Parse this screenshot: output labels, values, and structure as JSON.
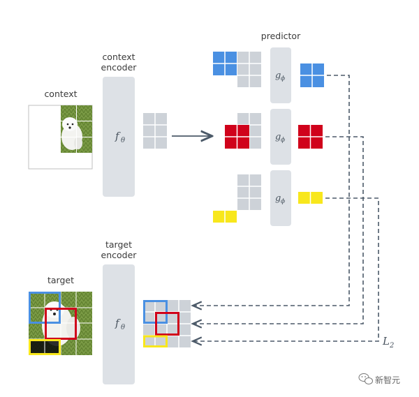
{
  "labels": {
    "context": "context",
    "context_encoder_1": "context",
    "context_encoder_2": "encoder",
    "predictor": "predictor",
    "target": "target",
    "target_encoder_1": "target",
    "target_encoder_2": "encoder"
  },
  "math": {
    "f": "f",
    "f_sub": "θ",
    "g": "g",
    "g_sub": "ϕ",
    "loss": "L",
    "loss_sub": "2"
  },
  "watermark": "新智元",
  "colors": {
    "blue": "#4a90e2",
    "red": "#d0021b",
    "yellow": "#f8e71c",
    "grey_block": "#dde1e6",
    "grey_cell": "#cdd2d8",
    "arrow": "#4b5968",
    "dash": "#4b5968",
    "photo_grass": "#6b8e3a"
  },
  "icons": [
    "wechat-icon"
  ]
}
